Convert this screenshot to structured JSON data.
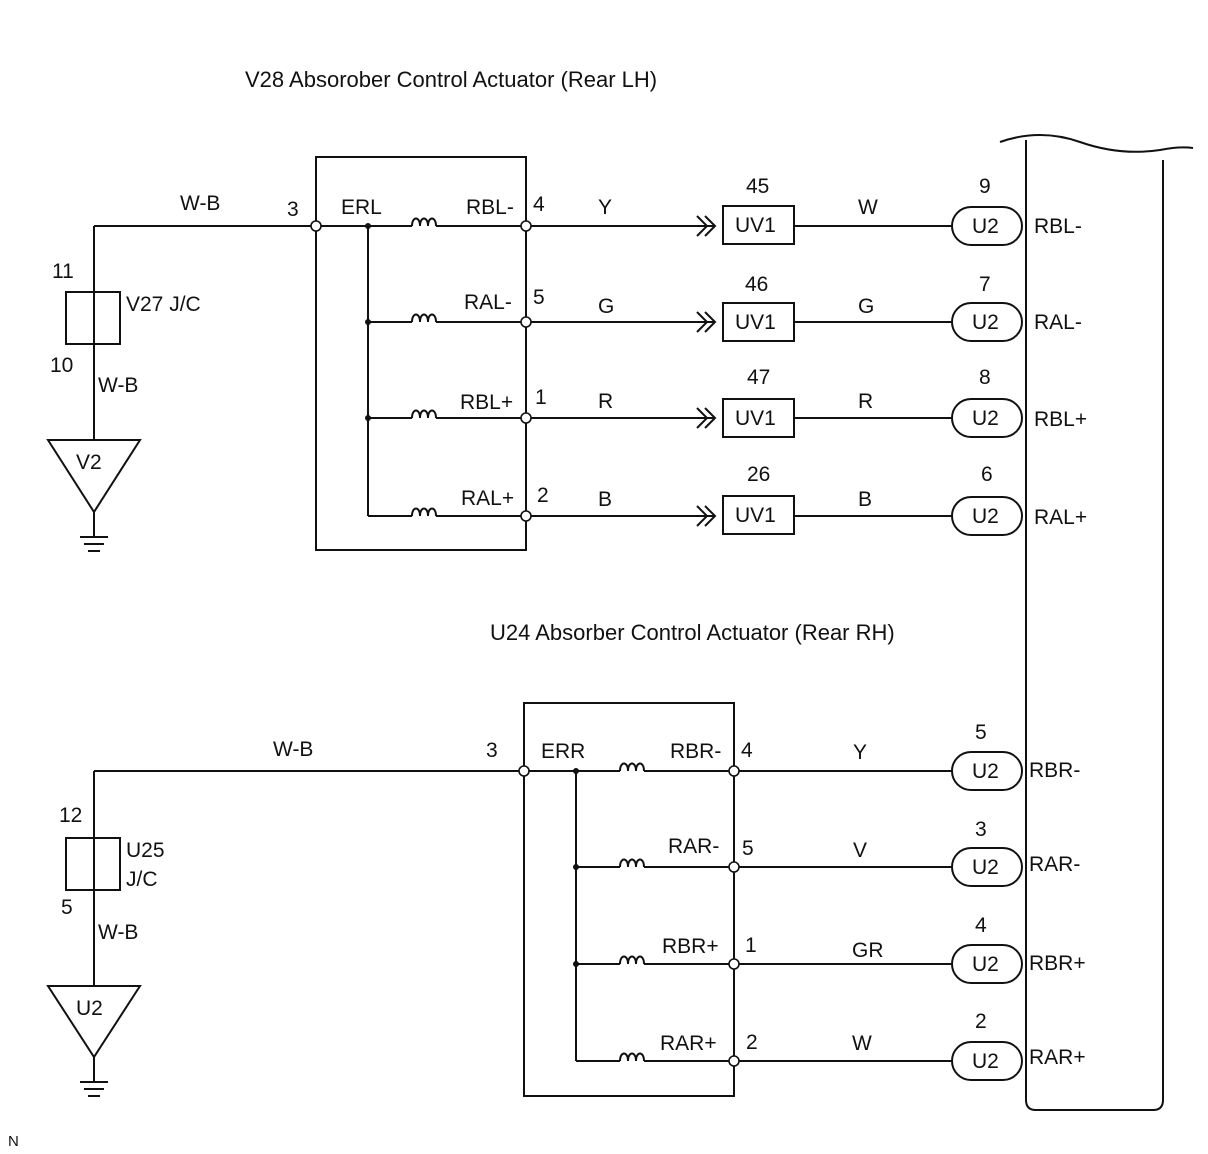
{
  "actuator_lh": {
    "title": "V28 Absorober Control Actuator (Rear LH)",
    "ground_pin": "3",
    "ground_label": "ERL",
    "circuits": [
      {
        "name": "RBL-",
        "pin": "4",
        "wire": "Y",
        "uv1_pin": "45",
        "ecu_wire": "W",
        "u2_pin": "9",
        "ecu_terminal": "RBL-"
      },
      {
        "name": "RAL-",
        "pin": "5",
        "wire": "G",
        "uv1_pin": "46",
        "ecu_wire": "G",
        "u2_pin": "7",
        "ecu_terminal": "RAL-"
      },
      {
        "name": "RBL+",
        "pin": "1",
        "wire": "R",
        "uv1_pin": "47",
        "ecu_wire": "R",
        "u2_pin": "8",
        "ecu_terminal": "RBL+"
      },
      {
        "name": "RAL+",
        "pin": "2",
        "wire": "B",
        "uv1_pin": "26",
        "ecu_wire": "B",
        "u2_pin": "6",
        "ecu_terminal": "RAL+"
      }
    ]
  },
  "actuator_rh": {
    "title": "U24 Absorber Control Actuator (Rear RH)",
    "ground_pin": "3",
    "ground_label": "ERR",
    "circuits": [
      {
        "name": "RBR-",
        "pin": "4",
        "wire": "Y",
        "u2_pin": "5",
        "ecu_terminal": "RBR-"
      },
      {
        "name": "RAR-",
        "pin": "5",
        "wire": "V",
        "u2_pin": "3",
        "ecu_terminal": "RAR-"
      },
      {
        "name": "RBR+",
        "pin": "1",
        "wire": "GR",
        "u2_pin": "4",
        "ecu_terminal": "RBR+"
      },
      {
        "name": "RAR+",
        "pin": "2",
        "wire": "W",
        "u2_pin": "2",
        "ecu_terminal": "RAR+"
      }
    ]
  },
  "lh_ground": {
    "wire_top": "W-B",
    "jc_label": "V27 J/C",
    "jc_pin_top": "11",
    "jc_pin_bottom": "10",
    "wire_bottom": "W-B",
    "ground_point": "V2"
  },
  "rh_ground": {
    "wire_top": "W-B",
    "jc_label_line1": "U25",
    "jc_label_line2": "J/C",
    "jc_pin_top": "12",
    "jc_pin_bottom": "5",
    "wire_bottom": "W-B",
    "ground_point": "U2"
  },
  "connectors": {
    "inline": "UV1",
    "ecu": "U2"
  },
  "footer_mark": "N",
  "colors": {
    "line": "#111111",
    "background": "#ffffff"
  },
  "icons": {
    "coil": "coil-icon",
    "ground": "ground-symbol-icon",
    "arrow": "double-chevron-icon"
  }
}
